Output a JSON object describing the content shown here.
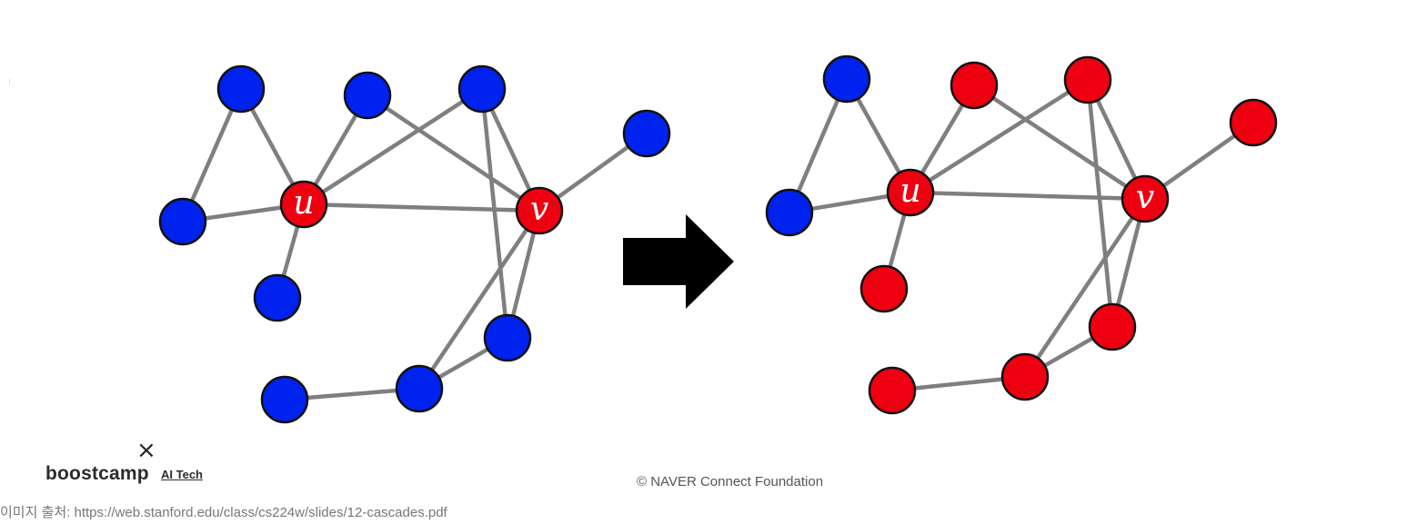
{
  "diagram": {
    "arrow_direction": "right",
    "colors": {
      "blue": "#0022ee",
      "red": "#ee0011",
      "edge": "#7f7f7f",
      "arrow": "#000000"
    },
    "graphs": [
      {
        "nodes": [
          {
            "id": "a",
            "color": "blue"
          },
          {
            "id": "b",
            "color": "blue"
          },
          {
            "id": "c",
            "color": "blue"
          },
          {
            "id": "d",
            "color": "blue"
          },
          {
            "id": "e",
            "color": "blue"
          },
          {
            "id": "u",
            "color": "red",
            "label": "u"
          },
          {
            "id": "f",
            "color": "blue"
          },
          {
            "id": "v",
            "color": "red",
            "label": "v"
          },
          {
            "id": "g",
            "color": "blue"
          },
          {
            "id": "h",
            "color": "blue"
          },
          {
            "id": "i",
            "color": "blue"
          }
        ],
        "edges": [
          [
            "a",
            "u"
          ],
          [
            "a",
            "d"
          ],
          [
            "b",
            "u"
          ],
          [
            "b",
            "v"
          ],
          [
            "c",
            "u"
          ],
          [
            "c",
            "v"
          ],
          [
            "c",
            "g"
          ],
          [
            "d",
            "u"
          ],
          [
            "u",
            "v"
          ],
          [
            "u",
            "f"
          ],
          [
            "e",
            "v"
          ],
          [
            "v",
            "g"
          ],
          [
            "v",
            "i"
          ],
          [
            "g",
            "i"
          ],
          [
            "h",
            "i"
          ]
        ]
      },
      {
        "nodes": [
          {
            "id": "a",
            "color": "blue"
          },
          {
            "id": "b",
            "color": "red"
          },
          {
            "id": "c",
            "color": "red"
          },
          {
            "id": "d",
            "color": "blue"
          },
          {
            "id": "e",
            "color": "red"
          },
          {
            "id": "u",
            "color": "red",
            "label": "u"
          },
          {
            "id": "f",
            "color": "red"
          },
          {
            "id": "v",
            "color": "red",
            "label": "v"
          },
          {
            "id": "g",
            "color": "red"
          },
          {
            "id": "h",
            "color": "red"
          },
          {
            "id": "i",
            "color": "red"
          }
        ],
        "edges": [
          [
            "a",
            "u"
          ],
          [
            "a",
            "d"
          ],
          [
            "b",
            "u"
          ],
          [
            "b",
            "v"
          ],
          [
            "c",
            "u"
          ],
          [
            "c",
            "v"
          ],
          [
            "c",
            "g"
          ],
          [
            "d",
            "u"
          ],
          [
            "u",
            "v"
          ],
          [
            "u",
            "f"
          ],
          [
            "e",
            "v"
          ],
          [
            "v",
            "g"
          ],
          [
            "v",
            "i"
          ],
          [
            "g",
            "i"
          ],
          [
            "h",
            "i"
          ]
        ]
      }
    ]
  },
  "logo": {
    "mark": "×",
    "wordmark": "boostcamp",
    "subtitle": "AI Tech"
  },
  "footer": {
    "copyright": "©  NAVER Connect Foundation"
  },
  "source": {
    "text": "이미지 출처: https://web.stanford.edu/class/cs224w/slides/12-cascades.pdf"
  }
}
